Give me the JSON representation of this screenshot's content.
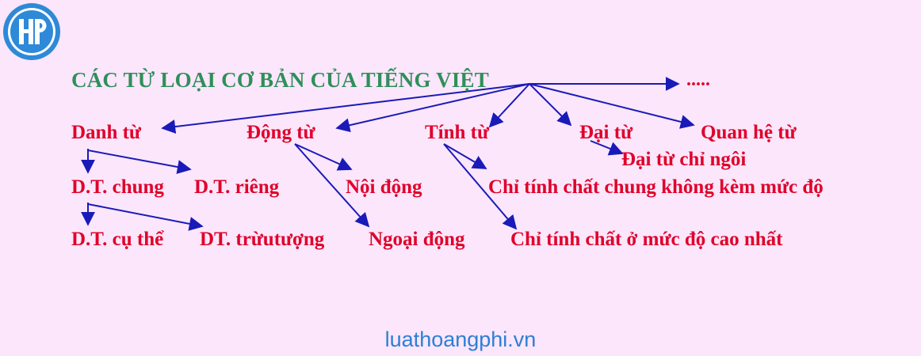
{
  "logo": {
    "letters": "HP",
    "color": "#2e8ad8"
  },
  "title": "CÁC TỪ LOẠI CƠ BẢN CỦA TIẾNG  VIỆT",
  "more": ".....",
  "nodes": {
    "danh_tu": "Danh từ",
    "dong_tu": "Động từ",
    "tinh_tu": "Tính từ",
    "dai_tu": "Đại từ",
    "quan_he_tu": "Quan hệ từ",
    "dai_tu_chi_ngoi": "Đại từ chỉ ngôi",
    "dt_chung": "D.T. chung",
    "dt_rieng": "D.T. riêng",
    "noi_dong": "Nội động",
    "chi_tinh_chat_chung": "Chỉ tính chất chung không kèm mức độ",
    "dt_cu_the": "D.T. cụ thể",
    "dt_truu_tuong": "DT. trừutượng",
    "ngoai_dong": "Ngoại động",
    "chi_tinh_chat_muc_do": "Chỉ tính chất ở mức độ cao nhất"
  },
  "watermark": "luathoangphi.vn",
  "colors": {
    "background": "#fbe6fb",
    "title": "#2f8f5a",
    "node": "#e0002a",
    "arrow": "#1a1ab8",
    "watermark": "#2d7fd6"
  }
}
